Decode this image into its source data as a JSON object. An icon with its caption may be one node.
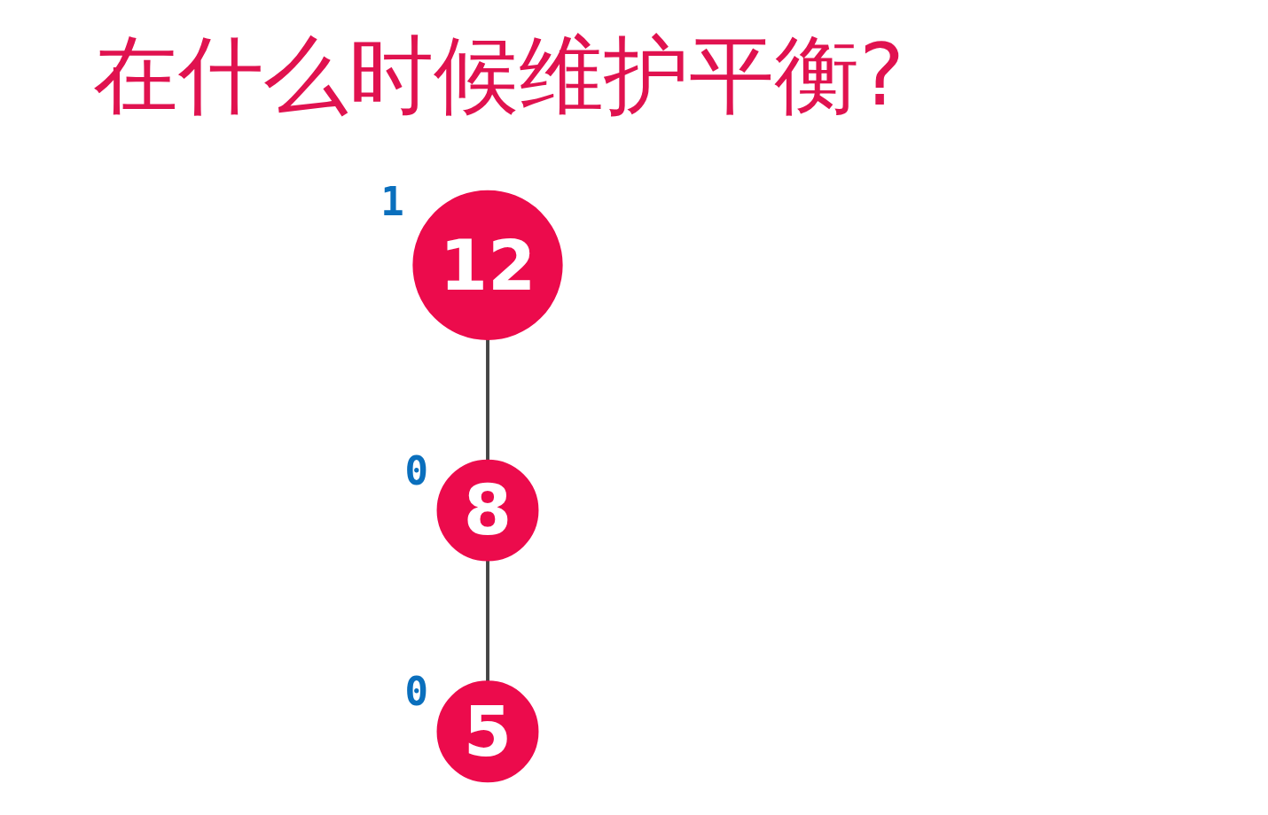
{
  "diagram": {
    "title": "在什么时候维护平衡?",
    "nodes": [
      {
        "text": [
          "12"
        ],
        "beside": [
          "1"
        ]
      },
      {
        "text": [
          "8"
        ],
        "beside": [
          "0"
        ]
      },
      {
        "text": [
          "5"
        ],
        "beside": [
          "0"
        ]
      }
    ],
    "edges": [
      {
        "from": 0,
        "to": 1,
        "arrow": "none"
      },
      {
        "from": 1,
        "to": 2,
        "arrow": "none"
      }
    ]
  }
}
